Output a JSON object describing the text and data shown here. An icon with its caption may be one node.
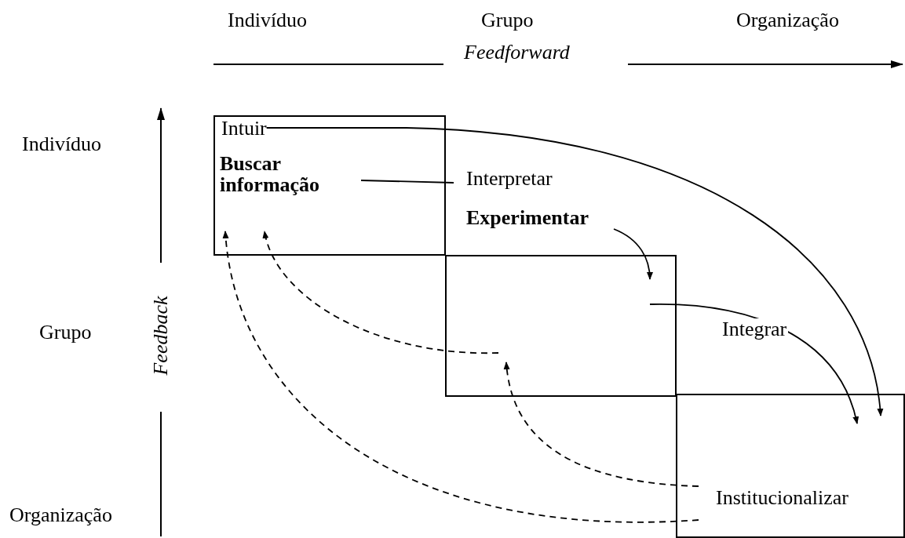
{
  "diagram": {
    "nodes": [
      {
        "text": [],
        "shape": "box"
      },
      {
        "text": [
          "Intuir"
        ],
        "in": 0
      },
      {
        "text": [
          "Buscar informação"
        ],
        "in": 0
      },
      {
        "text": [
          "Interpretar"
        ]
      },
      {
        "text": [
          "Experimentar"
        ]
      },
      {
        "text": [],
        "shape": "box"
      },
      {
        "text": [],
        "shape": "box"
      },
      {
        "text": [
          "Institucionalizar"
        ],
        "in": 6
      }
    ],
    "edges": [
      {
        "from": 1,
        "to": 6,
        "arrow": "to"
      },
      {
        "from": 2,
        "to": 3,
        "arrow": "none"
      },
      {
        "from": 4,
        "to": 5,
        "arrow": "to"
      },
      {
        "from": 5,
        "to": 6,
        "arrow": "to",
        "label": "Integrar"
      },
      {
        "from": 5,
        "to": 0,
        "arrow": "to",
        "style": "dashed"
      },
      {
        "from": 7,
        "to": 5,
        "arrow": "to",
        "style": "dashed"
      },
      {
        "from": 7,
        "to": 0,
        "arrow": "to",
        "style": "dashed"
      }
    ],
    "labels": [
      "Indivíduo",
      "Grupo",
      "Organização",
      "Feedforward",
      "Indivíduo",
      "Grupo",
      "Feedback",
      "Organização"
    ]
  }
}
